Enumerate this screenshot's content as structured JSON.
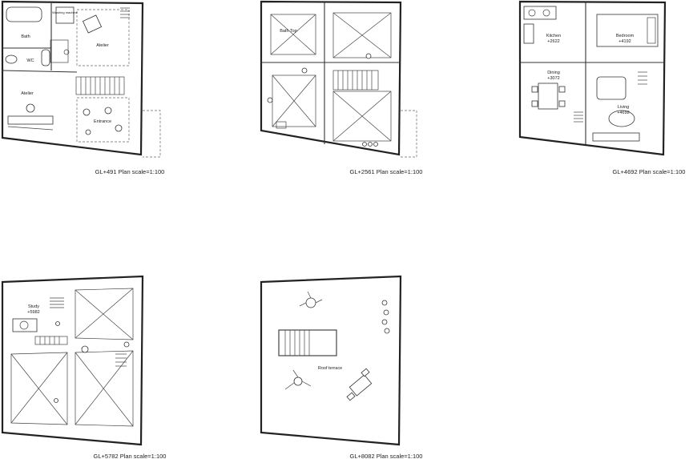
{
  "plans": [
    {
      "caption": "GL+491 Plan  scale=1:100",
      "rooms": {
        "bath": "Bath",
        "wc": "WC",
        "washing": "Washing machine",
        "atelier_upper": "Atelier",
        "atelier_lower": "Atelier",
        "entrance": "Entrance"
      }
    },
    {
      "caption": "GL+2561 Plan  scale=1:100",
      "rooms": {
        "bath_top": "Bath Top"
      }
    },
    {
      "caption": "GL+4692 Plan  scale=1:100",
      "rooms": {
        "kitchen": "Kitchen",
        "kitchen_level": "+2622",
        "bedroom": "Bedroom",
        "bedroom_level": "+4192",
        "dining": "Dining",
        "dining_level": "+3072",
        "living": "Living",
        "living_level": "+4692"
      }
    },
    {
      "caption": "GL+5782 Plan  scale=1:100",
      "rooms": {
        "study": "Study",
        "study_level": "+5982"
      }
    },
    {
      "caption": "GL+8082 Plan  scale=1:100",
      "rooms": {
        "roof_terrace": "Roof terrace"
      }
    }
  ]
}
